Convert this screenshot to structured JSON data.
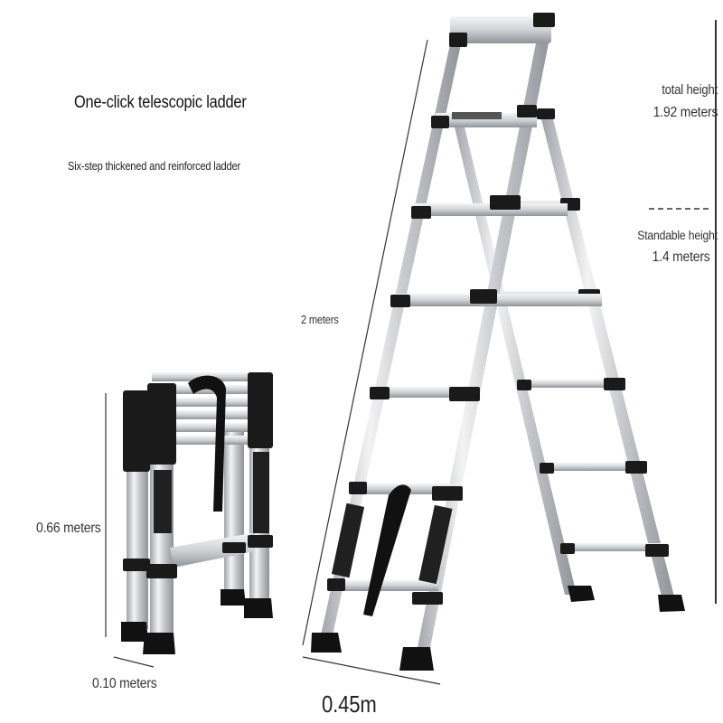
{
  "title": "One-click telescopic ladder",
  "subtitle": "Six-step thickened and reinforced ladder",
  "labels": {
    "diagonal_length": "2 meters",
    "total_height_label": "total height",
    "total_height_value": "1.92 meters",
    "standable_height_label": "Standable height",
    "standable_height_value": "1.4 meters",
    "folded_height": "0.66 meters",
    "folded_depth": "0.10 meters",
    "base_width": "0.45m"
  },
  "colors": {
    "background": "#ffffff",
    "aluminum": "#c9ccd0",
    "rubber": "#1a1a1a",
    "dimension_line": "#333333"
  },
  "illustration": {
    "extended_ladder_steps": 6,
    "folded_ladder": true
  }
}
